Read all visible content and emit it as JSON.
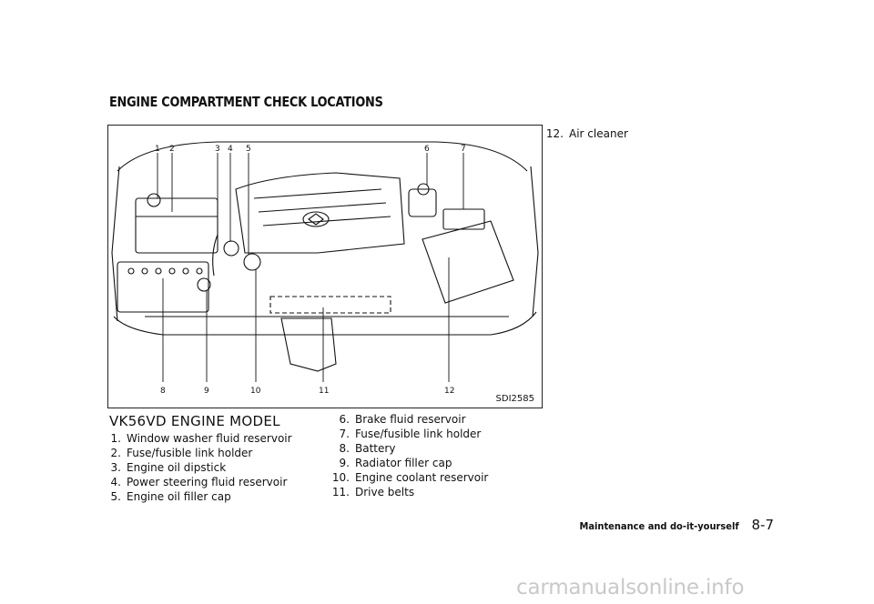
{
  "section_title": "ENGINE COMPARTMENT CHECK LOCATIONS",
  "figure": {
    "id": "SDI2585",
    "callouts_top": [
      "1",
      "2",
      "3",
      "4",
      "5",
      "6",
      "7"
    ],
    "callouts_bottom": [
      "8",
      "9",
      "10",
      "11",
      "12"
    ]
  },
  "model_title": "VK56VD ENGINE MODEL",
  "items_left": [
    {
      "num": "1.",
      "label": "Window washer fluid reservoir"
    },
    {
      "num": "2.",
      "label": "Fuse/fusible link holder"
    },
    {
      "num": "3.",
      "label": "Engine oil dipstick"
    },
    {
      "num": "4.",
      "label": "Power steering fluid reservoir"
    },
    {
      "num": "5.",
      "label": "Engine oil filler cap"
    }
  ],
  "items_right": [
    {
      "num": "6.",
      "label": "Brake fluid reservoir"
    },
    {
      "num": "7.",
      "label": "Fuse/fusible link holder"
    },
    {
      "num": "8.",
      "label": "Battery"
    },
    {
      "num": "9.",
      "label": "Radiator filler cap"
    },
    {
      "num": "10.",
      "label": "Engine coolant reservoir"
    },
    {
      "num": "11.",
      "label": "Drive belts"
    }
  ],
  "items_top": [
    {
      "num": "12.",
      "label": "Air cleaner"
    }
  ],
  "footer": {
    "section": "Maintenance and do-it-yourself",
    "page": "8-7"
  },
  "watermark": "carmanualsonline.info"
}
